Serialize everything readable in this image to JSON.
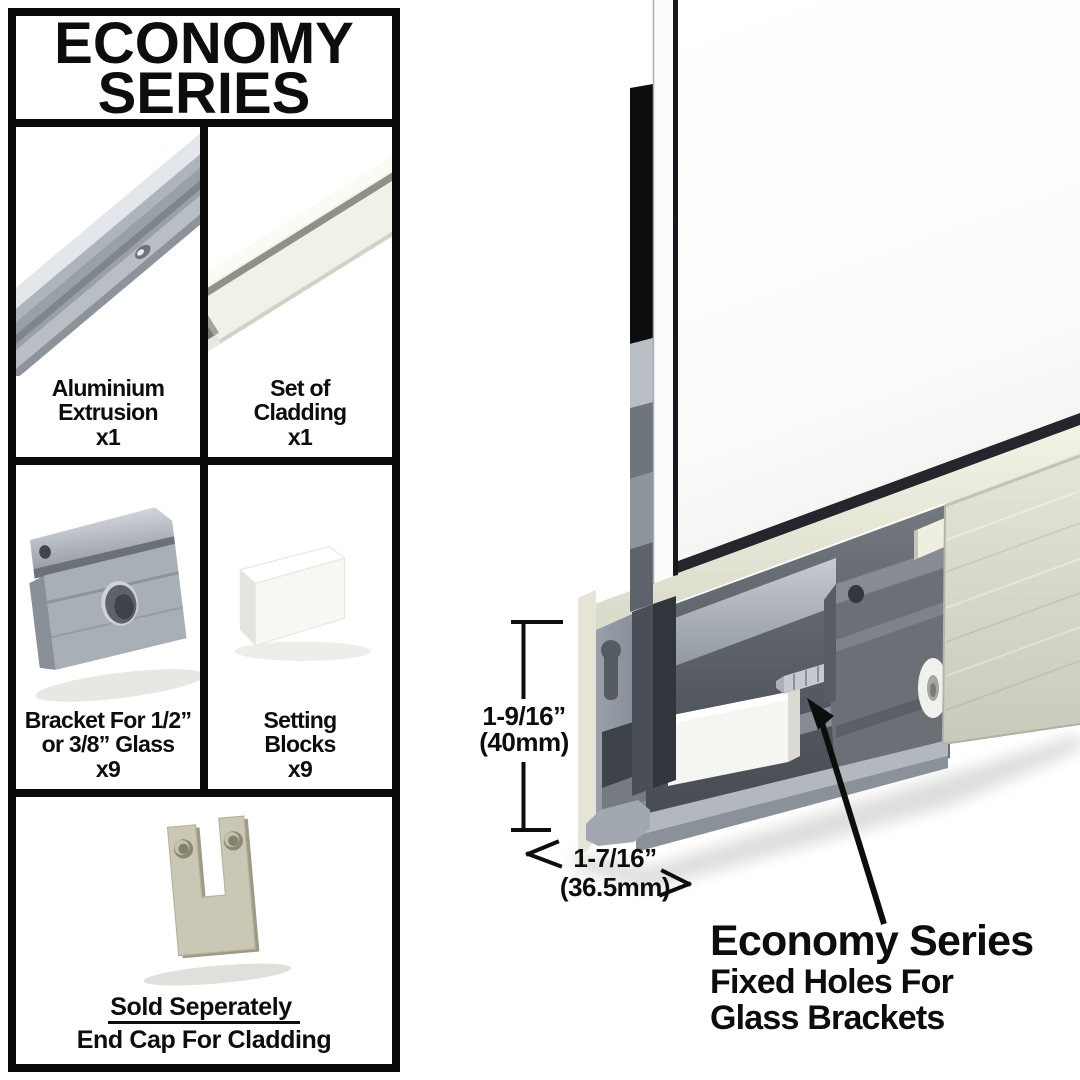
{
  "panel": {
    "title": {
      "line1": "ECONOMY",
      "line2": "SERIES"
    },
    "cells": [
      {
        "icon": "aluminium-extrusion",
        "lines": [
          "Aluminium",
          "Extrusion",
          "x1"
        ]
      },
      {
        "icon": "cladding-channel",
        "lines": [
          "Set of",
          "Cladding",
          "x1"
        ]
      },
      {
        "icon": "glass-bracket",
        "lines": [
          "Bracket For 1/2”",
          "or 3/8” Glass",
          "x9"
        ]
      },
      {
        "icon": "setting-block",
        "lines": [
          "Setting",
          "Blocks",
          "x9"
        ]
      }
    ],
    "bottom_cell": {
      "icon": "end-cap",
      "underlined_line": "Sold Seperately",
      "line": "End Cap For Cladding"
    }
  },
  "diagram": {
    "vertical_dimension": {
      "imperial": "1-9/16”",
      "metric": "(40mm)"
    },
    "horizontal_dimension": {
      "imperial": "1-7/16”",
      "metric": "(36.5mm)"
    },
    "callout": {
      "title": "Economy Series",
      "line2": "Fixed Holes For",
      "line3": "Glass Brackets"
    }
  },
  "colors": {
    "ink": "#0d0d0d",
    "panel_border": "#0a0a0a",
    "aluminium": "#9aa0a8",
    "cladding": "#d9dbcc",
    "bracket_dark": "#6b6f76",
    "setting_block": "#f5f5f1"
  }
}
